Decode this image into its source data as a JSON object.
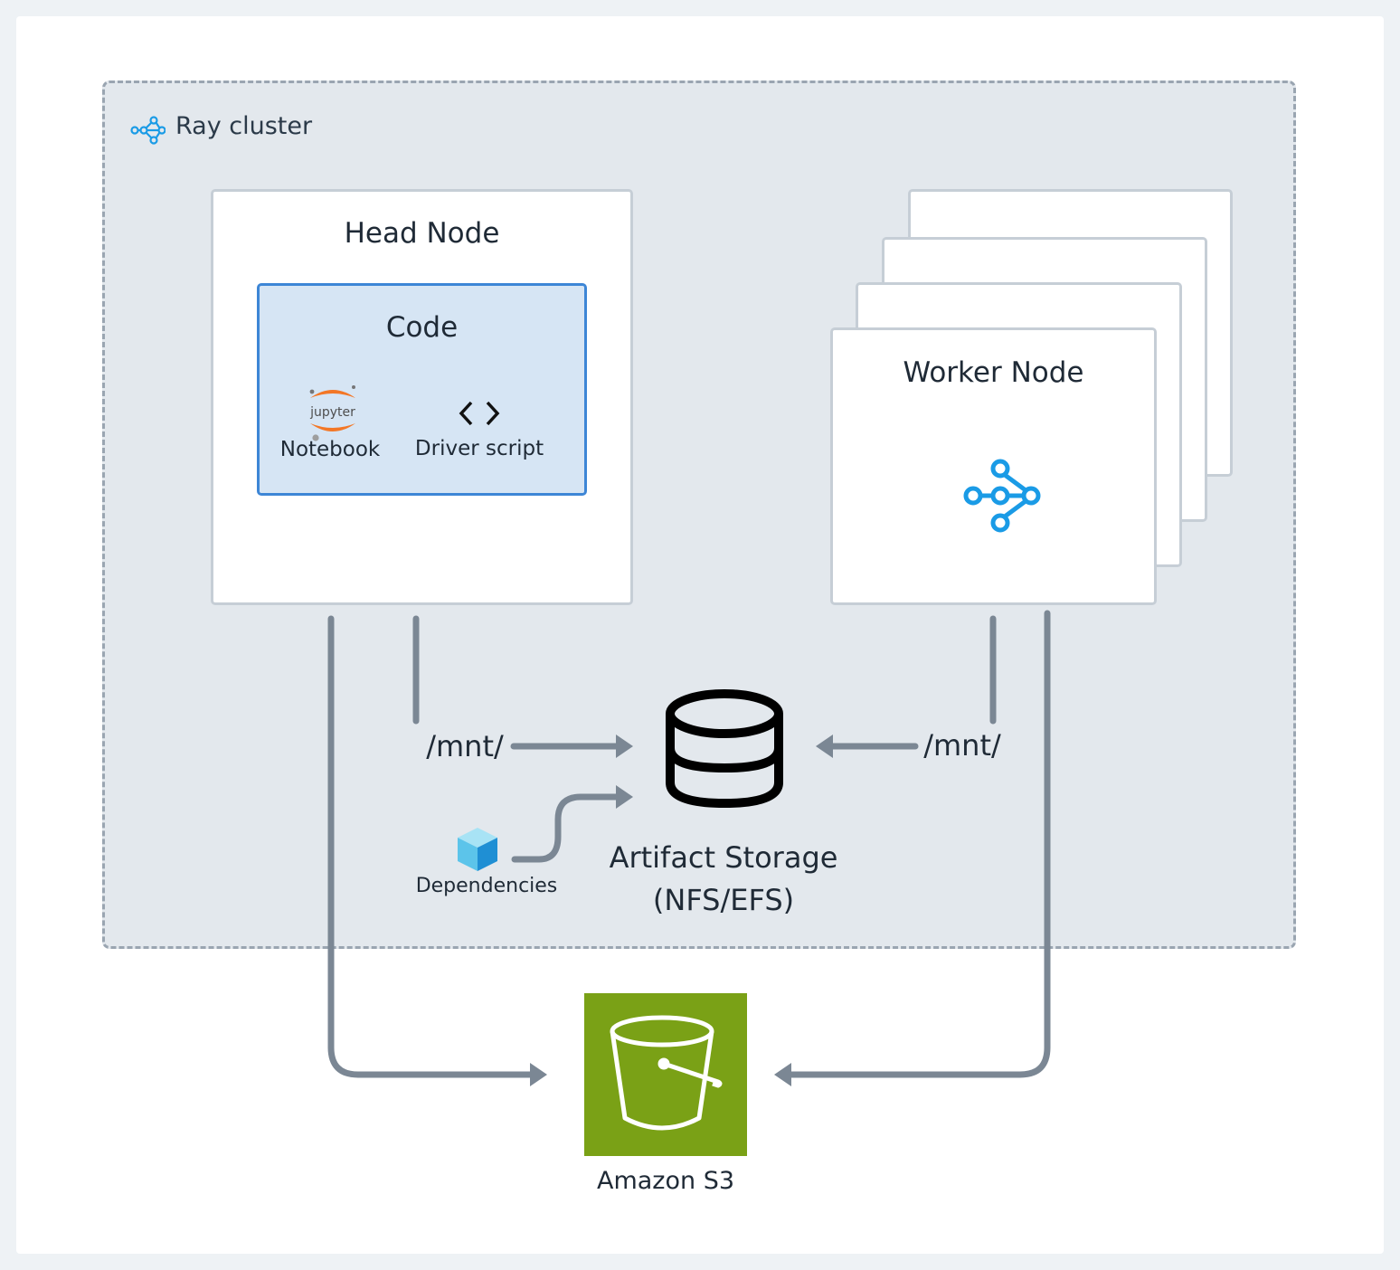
{
  "cluster": {
    "label": "Ray cluster"
  },
  "head_node": {
    "title": "Head Node",
    "code": {
      "title": "Code",
      "notebook_logo_text": "jupyter",
      "notebook_label": "Notebook",
      "driver_label": "Driver script"
    }
  },
  "worker_node": {
    "title": "Worker Node"
  },
  "storage": {
    "line1": "Artifact Storage",
    "line2": "(NFS/EFS)"
  },
  "mounts": {
    "left": "/mnt/",
    "right": "/mnt/"
  },
  "dependencies": {
    "label": "Dependencies"
  },
  "s3": {
    "label": "Amazon S3"
  },
  "colors": {
    "ray_blue": "#1a9be6",
    "arrow_gray": "#7b8794",
    "s3_green": "#7aa116",
    "code_blue": "#3d86d6",
    "jupyter_orange": "#f37726"
  }
}
